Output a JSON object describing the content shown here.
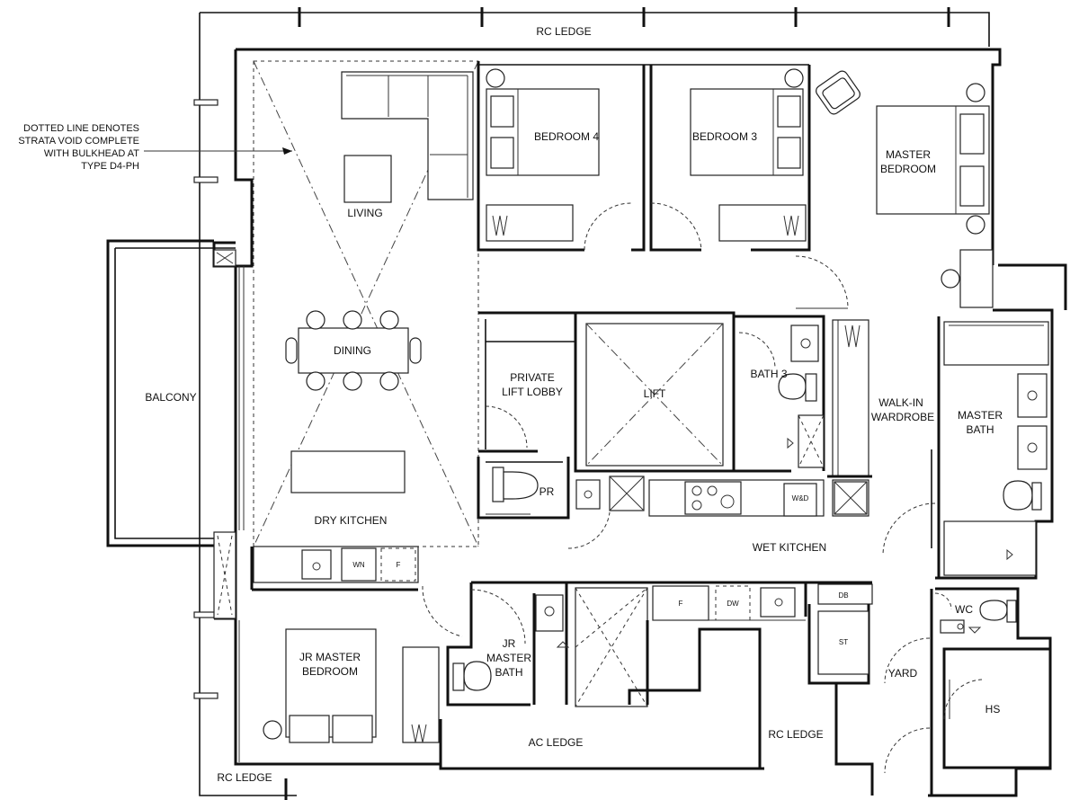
{
  "annotation": {
    "line1": "DOTTED LINE DENOTES",
    "line2": "STRATA VOID COMPLETE",
    "line3": "WITH BULKHEAD AT",
    "line4": "TYPE D4-PH"
  },
  "rooms": {
    "rc_ledge_top": "RC LEDGE",
    "living": "LIVING",
    "bedroom4": "BEDROOM 4",
    "bedroom3": "BEDROOM 3",
    "master_bedroom_1": "MASTER",
    "master_bedroom_2": "BEDROOM",
    "balcony": "BALCONY",
    "dining": "DINING",
    "private_lift_lobby_1": "PRIVATE",
    "private_lift_lobby_2": "LIFT LOBBY",
    "lift": "LIFT",
    "bath3": "BATH 3",
    "walk_in_wardrobe_1": "WALK-IN",
    "walk_in_wardrobe_2": "WARDROBE",
    "master_bath_1": "MASTER",
    "master_bath_2": "BATH",
    "pr": "PR",
    "dry_kitchen": "DRY KITCHEN",
    "wet_kitchen": "WET KITCHEN",
    "jr_master_bedroom_1": "JR MASTER",
    "jr_master_bedroom_2": "BEDROOM",
    "jr_master_bath_1": "JR",
    "jr_master_bath_2": "MASTER",
    "jr_master_bath_3": "BATH",
    "ac_ledge": "AC LEDGE",
    "rc_ledge_mid": "RC LEDGE",
    "rc_ledge_bottom": "RC LEDGE",
    "yard": "YARD",
    "hs": "HS",
    "wc": "WC"
  },
  "fixtures": {
    "wn": "WN",
    "f_dry": "F",
    "f_wet": "F",
    "dw": "DW",
    "db": "DB",
    "st": "ST",
    "wd": "W&D"
  }
}
